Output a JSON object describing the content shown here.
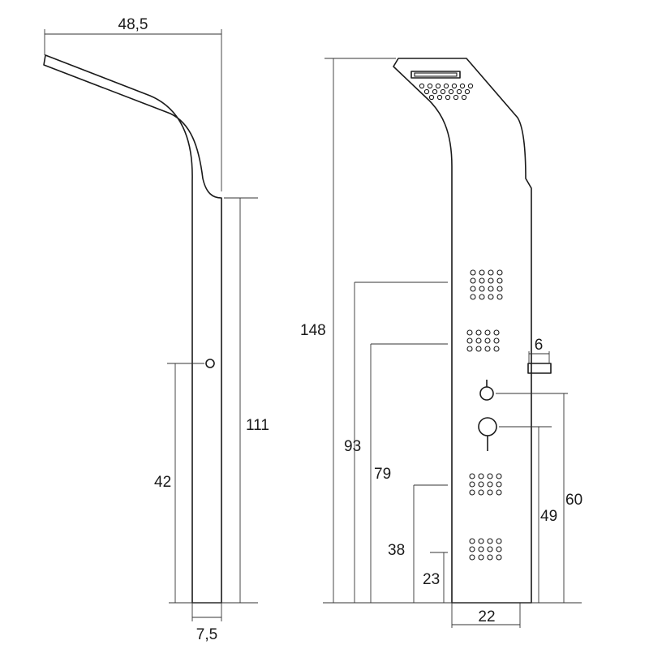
{
  "side_view": {
    "width_label": "48,5",
    "height_label": "111",
    "outlet_label": "42",
    "depth_label": "7,5"
  },
  "front_view": {
    "total_height_label": "148",
    "jet1_label": "93",
    "jet2_label": "79",
    "jet3_label": "38",
    "jet4_label": "23",
    "width_label": "22",
    "hand_shower_label": "6",
    "mixer_label": "60",
    "diverter_label": "49"
  }
}
